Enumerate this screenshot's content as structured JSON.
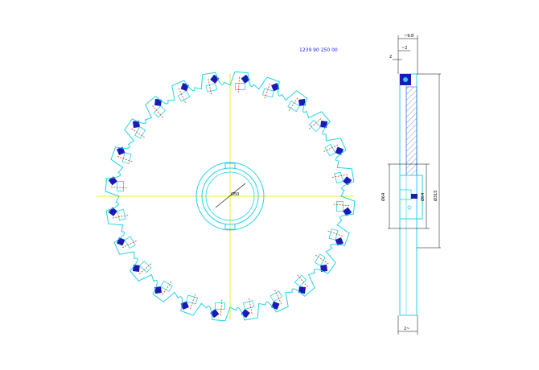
{
  "part_number": "1239 90 250 00",
  "front_view": {
    "tooth_count": 24,
    "bore_label": "Ø50"
  },
  "side_view": {
    "dim_top_width": "~9.8",
    "dim_small_top": "~2",
    "dim_left_small": "2",
    "dim_hub_diameter": "Ø64",
    "dim_bore_diameter": "Ø64",
    "dim_outer_diameter": "Ø315",
    "dim_bottom_width": "2~"
  },
  "colors": {
    "outline": "#22d3e6",
    "centerline": "#e6e600",
    "hidden": "#e03a1a",
    "insert": "#1a1ab4",
    "dimension": "#000000",
    "text_blue": "#1a1aff",
    "hatch": "#3b3bd0"
  }
}
